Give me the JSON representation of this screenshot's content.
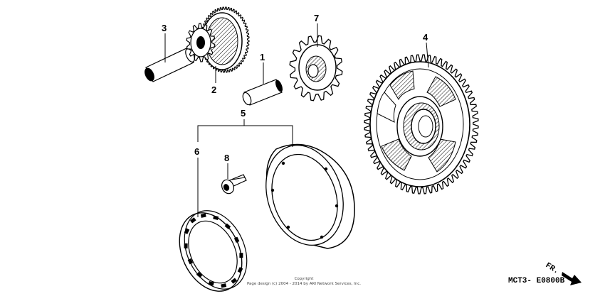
{
  "callouts": {
    "c1": "1",
    "c2": "2",
    "c3": "3",
    "c4": "4",
    "c5": "5",
    "c6": "6",
    "c7": "7",
    "c8": "8"
  },
  "copyright": {
    "line1": "Copyright",
    "line2": "Page design (c) 2004 - 2014 by ARI Network Services, Inc."
  },
  "diagram_code": "MCT3- E0800B",
  "direction": "FR."
}
